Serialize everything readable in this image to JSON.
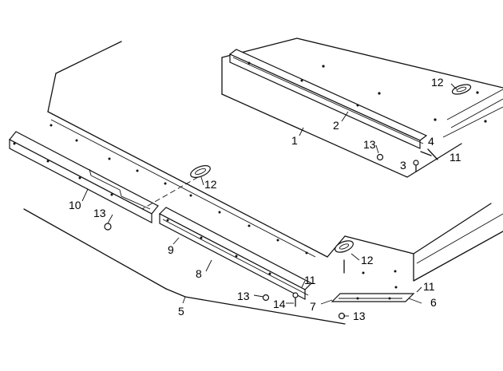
{
  "callouts": {
    "c1": "1",
    "c2": "2",
    "c3": "3",
    "c4": "4",
    "c5": "5",
    "c6": "6",
    "c7": "7",
    "c8": "8",
    "c9": "9",
    "c10": "10",
    "c11a": "11",
    "c11b": "11",
    "c11c": "11",
    "c12a": "12",
    "c12b": "12",
    "c12c": "12",
    "c13a": "13",
    "c13b": "13",
    "c13c": "13",
    "c13d": "13",
    "c14": "14"
  }
}
